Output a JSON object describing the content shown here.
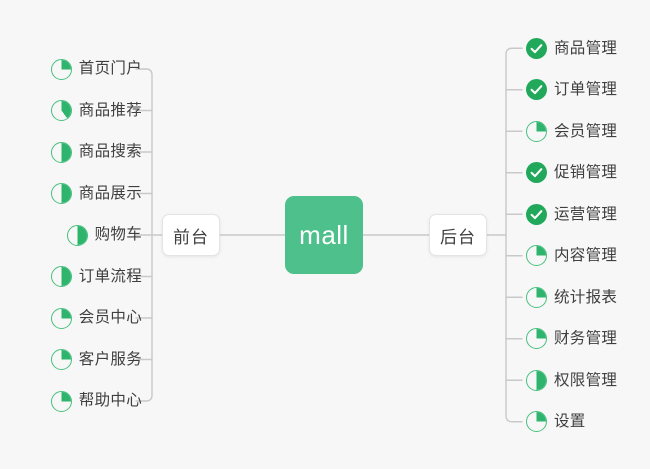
{
  "diagram": {
    "type": "mindmap",
    "title": "mall",
    "background_color": "#f7f7f7",
    "accent_color": "#4ec08b",
    "check_color": "#22a85a",
    "ring_color": "#47c07e",
    "connector_color": "#c9c9c9",
    "text_color": "#3f3f3f"
  },
  "root": {
    "label": "mall"
  },
  "branches": [
    {
      "id": "frontend",
      "label": "前台",
      "side": "left",
      "items": [
        {
          "label": "首页门户",
          "icon": "pie-progress-icon",
          "status": "in-progress",
          "progress": 25
        },
        {
          "label": "商品推荐",
          "icon": "pie-progress-icon",
          "status": "in-progress",
          "progress": 40
        },
        {
          "label": "商品搜索",
          "icon": "pie-progress-icon",
          "status": "in-progress",
          "progress": 50
        },
        {
          "label": "商品展示",
          "icon": "pie-progress-icon",
          "status": "in-progress",
          "progress": 50
        },
        {
          "label": "购物车",
          "icon": "pie-progress-icon",
          "status": "in-progress",
          "progress": 50
        },
        {
          "label": "订单流程",
          "icon": "pie-progress-icon",
          "status": "in-progress",
          "progress": 50
        },
        {
          "label": "会员中心",
          "icon": "pie-progress-icon",
          "status": "in-progress",
          "progress": 25
        },
        {
          "label": "客户服务",
          "icon": "pie-progress-icon",
          "status": "in-progress",
          "progress": 25
        },
        {
          "label": "帮助中心",
          "icon": "pie-progress-icon",
          "status": "in-progress",
          "progress": 25
        }
      ]
    },
    {
      "id": "backend",
      "label": "后台",
      "side": "right",
      "items": [
        {
          "label": "商品管理",
          "icon": "check-circle-icon",
          "status": "done",
          "progress": 100
        },
        {
          "label": "订单管理",
          "icon": "check-circle-icon",
          "status": "done",
          "progress": 100
        },
        {
          "label": "会员管理",
          "icon": "pie-progress-icon",
          "status": "in-progress",
          "progress": 25
        },
        {
          "label": "促销管理",
          "icon": "check-circle-icon",
          "status": "done",
          "progress": 100
        },
        {
          "label": "运营管理",
          "icon": "check-circle-icon",
          "status": "done",
          "progress": 100
        },
        {
          "label": "内容管理",
          "icon": "pie-progress-icon",
          "status": "in-progress",
          "progress": 25
        },
        {
          "label": "统计报表",
          "icon": "pie-progress-icon",
          "status": "in-progress",
          "progress": 25
        },
        {
          "label": "财务管理",
          "icon": "pie-progress-icon",
          "status": "in-progress",
          "progress": 25
        },
        {
          "label": "权限管理",
          "icon": "pie-progress-icon",
          "status": "in-progress",
          "progress": 50
        },
        {
          "label": "设置",
          "icon": "pie-progress-icon",
          "status": "in-progress",
          "progress": 25
        }
      ]
    }
  ]
}
